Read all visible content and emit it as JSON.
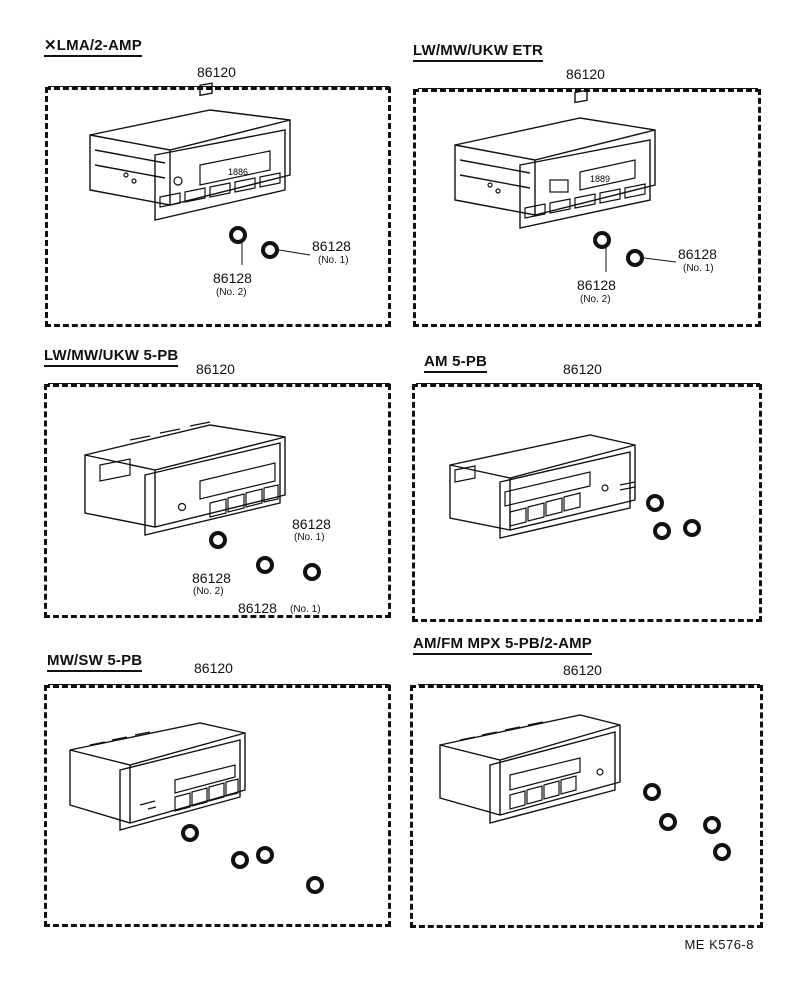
{
  "panels": [
    {
      "title": "✕LMA/2-AMP",
      "unit": "86120",
      "knobs": [
        {
          "num": "86128",
          "sub": "(No. 1)"
        },
        {
          "num": "86128",
          "sub": "(No. 2)"
        }
      ]
    },
    {
      "title": "LW/MW/UKW ETR",
      "unit": "86120",
      "knobs": [
        {
          "num": "86128",
          "sub": "(No. 1)"
        },
        {
          "num": "86128",
          "sub": "(No. 2)"
        }
      ]
    },
    {
      "title": "LW/MW/UKW 5-PB",
      "unit": "86120",
      "knobs": [
        {
          "num": "86128",
          "sub": "(No. 1)"
        },
        {
          "num": "86128",
          "sub": "(No. 2)"
        },
        {
          "num": "86128",
          "sub": "(No. 1)"
        }
      ]
    },
    {
      "title": "AM 5-PB",
      "unit": "86120"
    },
    {
      "title": "MW/SW  5-PB",
      "unit": "86120"
    },
    {
      "title": "AM/FM  MPX  5-PB/2-AMP",
      "unit": "86120"
    }
  ],
  "display_readouts": [
    "1886",
    "1889"
  ],
  "footer": "ME  K576-8"
}
